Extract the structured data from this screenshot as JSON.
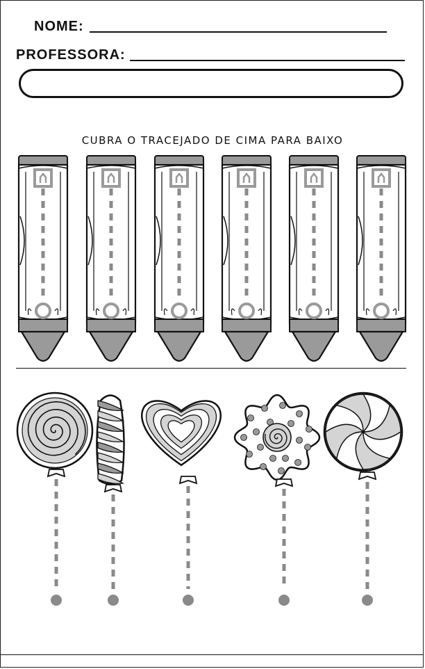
{
  "header": {
    "name_label": "NOME:",
    "teacher_label": "PROFESSORA:"
  },
  "instruction": "CUBRA O TRACEJADO DE CIMA PARA BAIXO",
  "crayons": [
    {
      "name": "crayon-1"
    },
    {
      "name": "crayon-2"
    },
    {
      "name": "crayon-3"
    },
    {
      "name": "crayon-4"
    },
    {
      "name": "crayon-5"
    },
    {
      "name": "crayon-6"
    }
  ],
  "candies": [
    {
      "kind": "round-spiral-lollipop"
    },
    {
      "kind": "twisted-candy"
    },
    {
      "kind": "heart-lollipop"
    },
    {
      "kind": "polka-dot-flower-lollipop"
    },
    {
      "kind": "swirl-wheel-lollipop"
    }
  ],
  "colors": {
    "ink": "#111111",
    "gray_fill": "#9a9a9a",
    "light_gray": "#d4d4d4",
    "dash": "#8a8a8a"
  }
}
